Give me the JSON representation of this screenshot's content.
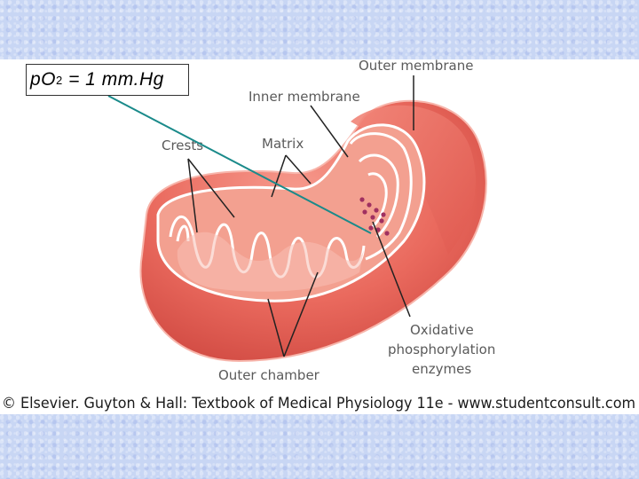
{
  "labels": {
    "outer_membrane": "Outer membrane",
    "inner_membrane": "Inner membrane",
    "crests": "Crests",
    "matrix": "Matrix",
    "oxidative": "Oxidative",
    "phosphorylation": "phosphorylation",
    "enzymes": "enzymes",
    "outer_chamber": "Outer chamber"
  },
  "copyright": "© Elsevier. Guyton & Hall: Textbook of Medical Physiology 11e - www.studentconsult.com",
  "callout": {
    "prefix": "pO",
    "subscript": "2",
    "suffix": " = 1 mm.Hg"
  },
  "colors": {
    "outer_body": "#ea6a5e",
    "inner_chamber": "#f3a090",
    "membrane_stroke": "#ffffff",
    "pointer_line": "#1a8a8a",
    "enzyme_dots": "#a03060"
  }
}
